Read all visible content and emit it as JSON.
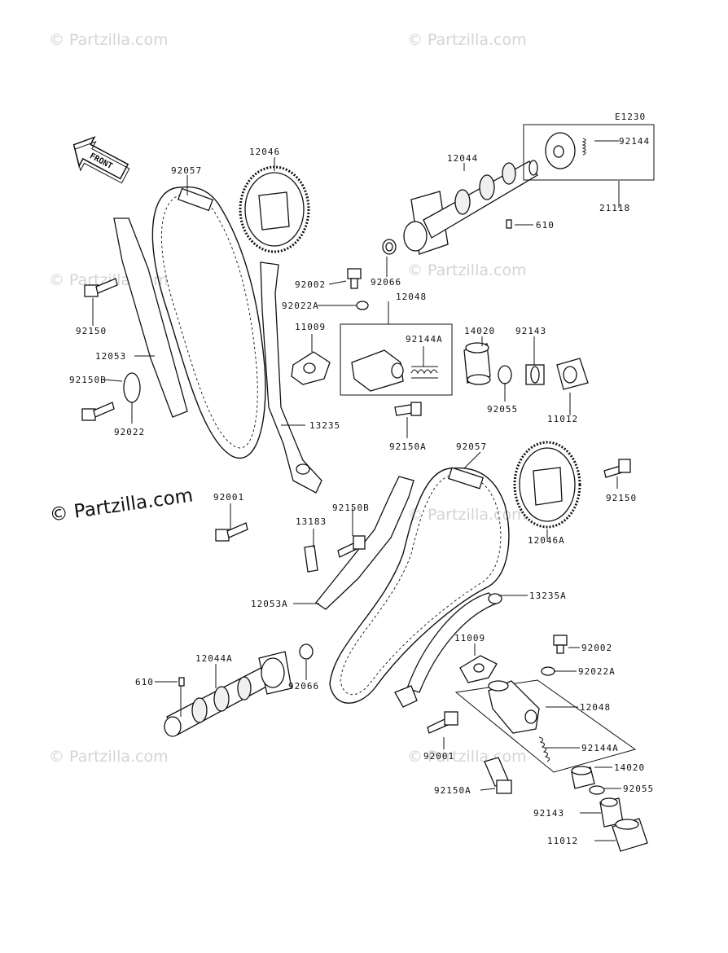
{
  "diagram_code": "E1230",
  "front_label": "FRONT",
  "watermark": "© Partzilla.com",
  "watermark_main": "© Partzilla.com",
  "parts": {
    "p12046": "12046",
    "p92057_top": "92057",
    "p12044": "12044",
    "p92144": "92144",
    "p21118": "21118",
    "p610_top": "610",
    "p92066_top": "92066",
    "p92002_top": "92002",
    "p92022A_top": "92022A",
    "p12048_top": "12048",
    "p92150_left": "92150",
    "p11009_top": "11009",
    "p92144A_top": "92144A",
    "p14020_top": "14020",
    "p92143_top": "92143",
    "p12053": "12053",
    "p92150B_left": "92150B",
    "p92055_top": "92055",
    "p11012_top": "11012",
    "p92022": "92022",
    "p13235": "13235",
    "p92150A_top": "92150A",
    "p92057_bottom": "92057",
    "p92001_left": "92001",
    "p92150_right": "92150",
    "p92150B_mid": "92150B",
    "p13183": "13183",
    "p12046A": "12046A",
    "p12053A": "12053A",
    "p13235A": "13235A",
    "p11009_bottom": "11009",
    "p92002_bottom": "92002",
    "p12044A": "12044A",
    "p92022A_bottom": "92022A",
    "p610_bottom": "610",
    "p92066_bottom": "92066",
    "p12048_bottom": "12048",
    "p92144A_bottom": "92144A",
    "p92001_bottom": "92001",
    "p14020_bottom": "14020",
    "p92150A_bottom": "92150A",
    "p92055_bottom": "92055",
    "p92143_bottom": "92143",
    "p11012_bottom": "11012"
  }
}
